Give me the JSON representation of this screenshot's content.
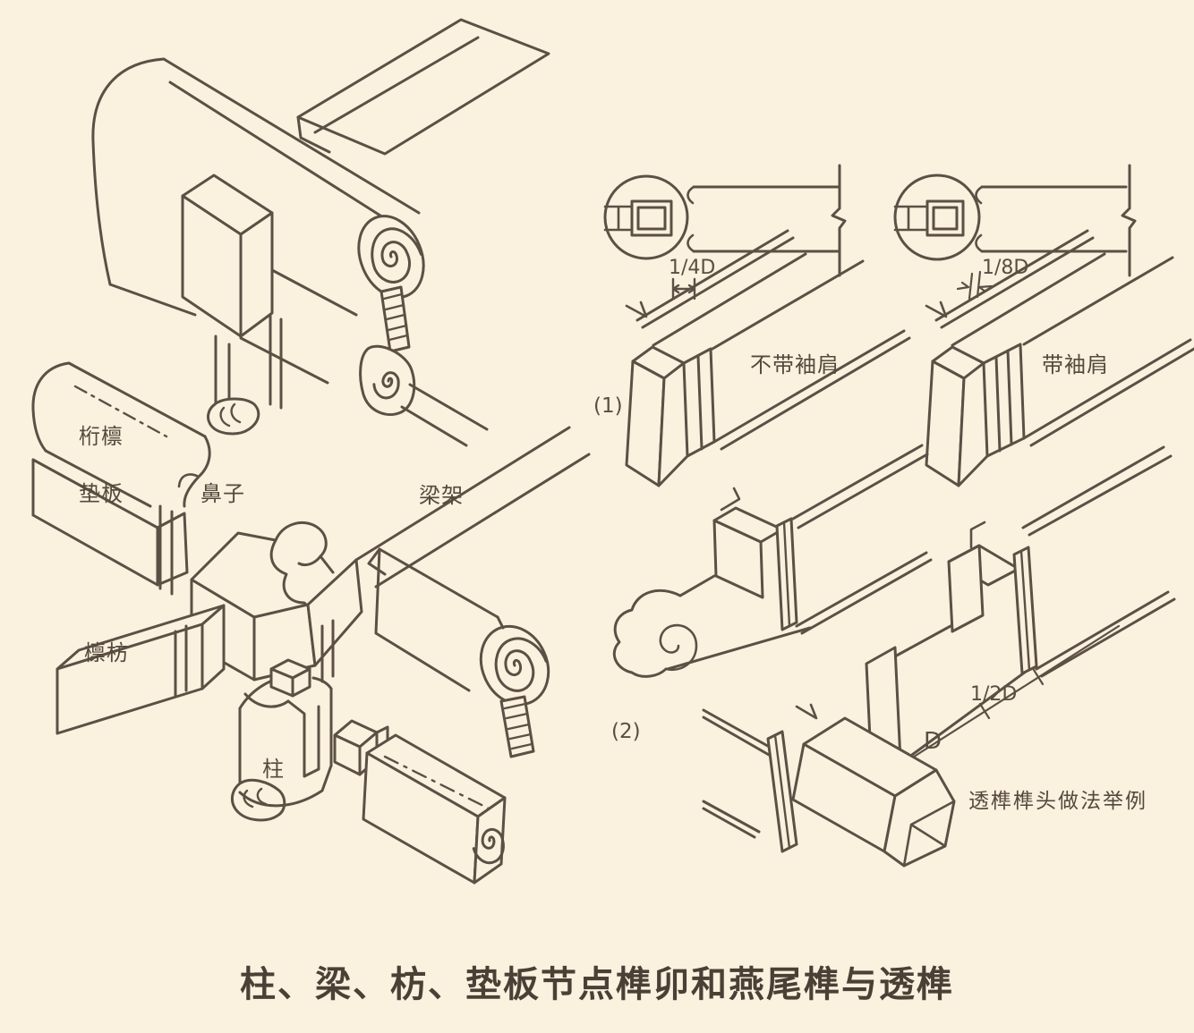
{
  "page": {
    "background_color": "#faf1df",
    "ink_color": "#5c5045"
  },
  "title": "柱、梁、枋、垫板节点榫卯和燕尾榫与透榫",
  "exploded_view": {
    "labels": {
      "heng_lin": "桁檩",
      "dian_ban": "垫板",
      "bi_zi": "鼻子",
      "liang_jia": "梁架",
      "lin_fang": "檩枋",
      "zhu": "柱"
    }
  },
  "tenon_details": {
    "group1_marker": "(1)",
    "group2_marker": "(2)",
    "dimensions": {
      "quarter_d": "1/4D",
      "eighth_d": "1/8D",
      "half_d": "1/2D",
      "d": "D"
    },
    "labels": {
      "without_sleeve_shoulder": "不带袖肩",
      "with_sleeve_shoulder": "带袖肩",
      "through_tenon_caption": "透榫榫头做法举例"
    }
  }
}
